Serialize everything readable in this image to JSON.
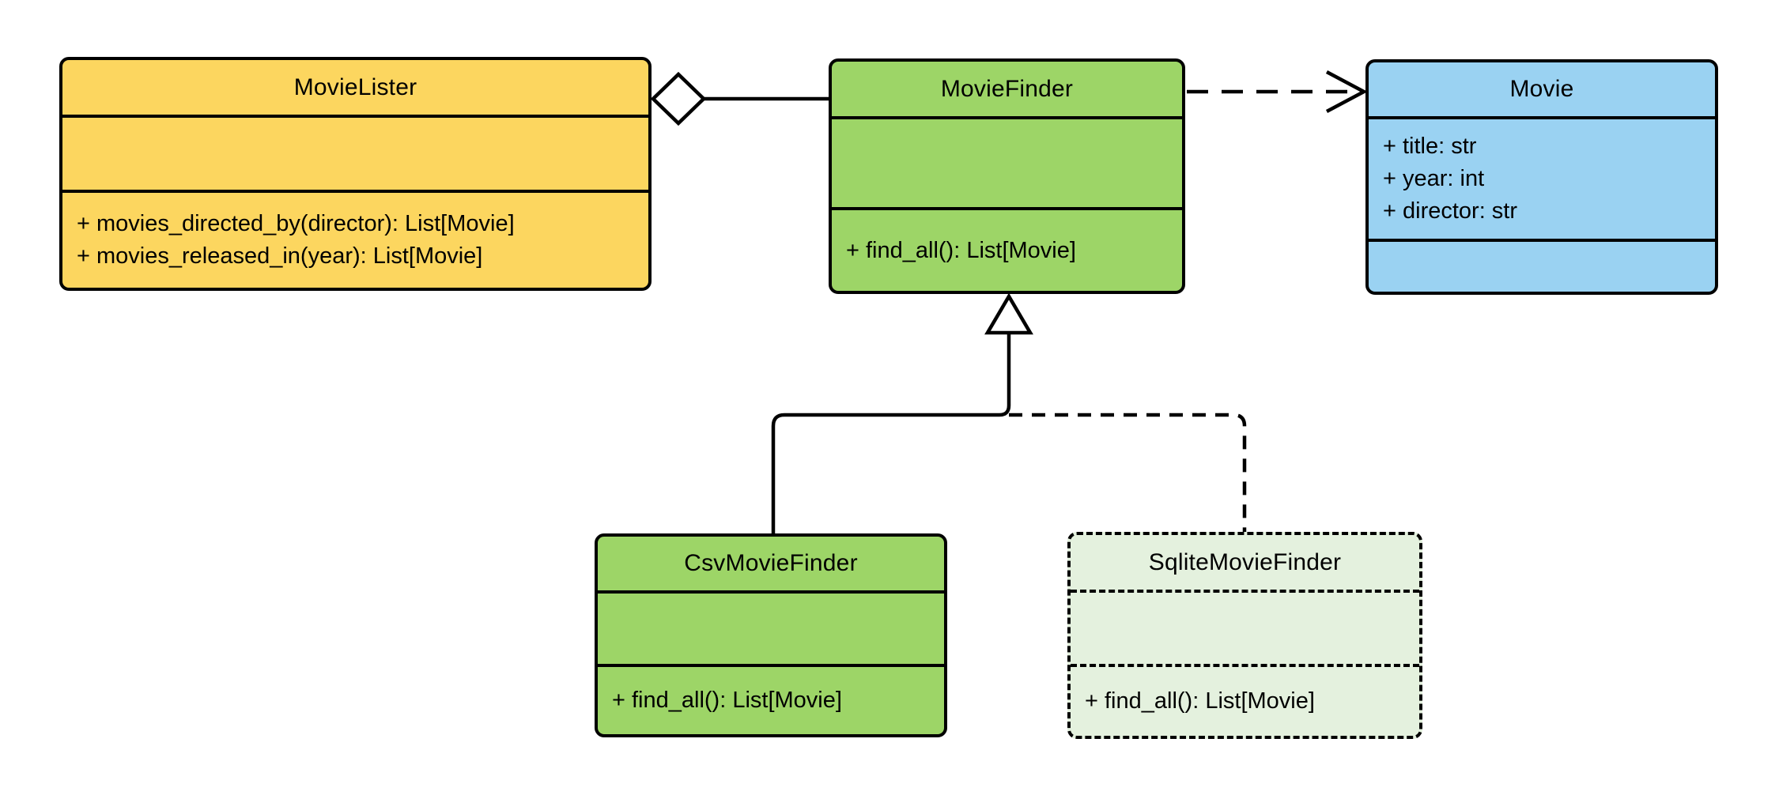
{
  "diagram": {
    "title": "MovieLister UML class diagram",
    "colors": {
      "yellow": "#FCD65F",
      "green": "#9DD567",
      "pale_green": "#E4F1DE",
      "blue": "#9AD2F2",
      "line": "#000000",
      "background": "#FFFFFF"
    },
    "classes": [
      {
        "name": "MovieLister",
        "fill": "yellow",
        "border_style": "solid",
        "attributes": [],
        "methods": [
          "+ movies_directed_by(director): List[Movie]",
          "+ movies_released_in(year): List[Movie]"
        ]
      },
      {
        "name": "MovieFinder",
        "fill": "green",
        "border_style": "solid",
        "attributes": [],
        "methods": [
          "+ find_all(): List[Movie]"
        ]
      },
      {
        "name": "Movie",
        "fill": "blue",
        "border_style": "solid",
        "attributes": [
          "+ title: str",
          "+ year: int",
          "+ director: str"
        ],
        "methods": []
      },
      {
        "name": "CsvMovieFinder",
        "fill": "green",
        "border_style": "solid",
        "attributes": [],
        "methods": [
          "+ find_all(): List[Movie]"
        ]
      },
      {
        "name": "SqliteMovieFinder",
        "fill": "pale_green",
        "border_style": "dashed",
        "attributes": [],
        "methods": [
          "+ find_all(): List[Movie]"
        ]
      }
    ],
    "relationships": [
      {
        "type": "aggregation",
        "from": "MovieLister",
        "to": "MovieFinder",
        "marker": "hollow-diamond",
        "line": "solid"
      },
      {
        "type": "dependency",
        "from": "MovieFinder",
        "to": "Movie",
        "marker": "open-arrow",
        "line": "dashed"
      },
      {
        "type": "generalization",
        "from": "CsvMovieFinder",
        "to": "MovieFinder",
        "marker": "hollow-triangle",
        "line": "solid"
      },
      {
        "type": "generalization",
        "from": "SqliteMovieFinder",
        "to": "MovieFinder",
        "marker": "hollow-triangle",
        "line": "dashed"
      }
    ]
  }
}
